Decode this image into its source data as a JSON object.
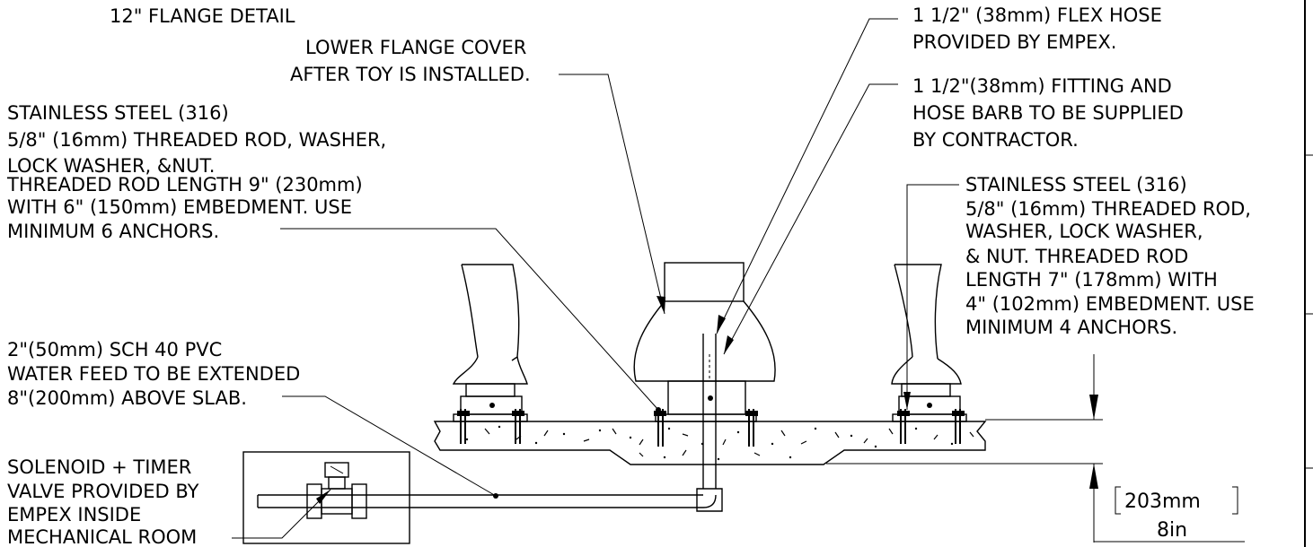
{
  "title": "12\" FLANGE DETAIL",
  "notes": {
    "lower_flange": [
      "LOWER FLANGE COVER",
      "AFTER TOY IS INSTALLED."
    ],
    "flex_hose": [
      "1 1/2\" (38mm) FLEX HOSE",
      "PROVIDED BY EMPEX."
    ],
    "fitting": [
      "1 1/2\"(38mm) FITTING AND",
      "HOSE BARB TO BE SUPPLIED",
      "BY CONTRACTOR."
    ],
    "rod_left": [
      "STAINLESS STEEL (316)",
      "5/8\" (16mm) THREADED ROD, WASHER,",
      "LOCK WASHER, &NUT.",
      "THREADED ROD LENGTH 9\" (230mm)",
      "WITH 6\" (150mm) EMBEDMENT. USE",
      "MINIMUM 6 ANCHORS."
    ],
    "rod_right": [
      "STAINLESS STEEL (316)",
      "5/8\" (16mm) THREADED ROD,",
      " WASHER, LOCK WASHER,",
      "& NUT. THREADED ROD",
      "LENGTH 7\" (178mm) WITH",
      "4\" (102mm) EMBEDMENT. USE",
      "MINIMUM 4 ANCHORS."
    ],
    "pvc": [
      "2\"(50mm) SCH 40 PVC",
      "WATER FEED TO BE EXTENDED",
      "8\"(200mm) ABOVE SLAB."
    ],
    "solenoid": [
      "SOLENOID + TIMER",
      "VALVE PROVIDED BY",
      "EMPEX INSIDE",
      "MECHANICAL ROOM"
    ]
  },
  "dimension": {
    "metric": "203mm",
    "imperial": "8in"
  }
}
